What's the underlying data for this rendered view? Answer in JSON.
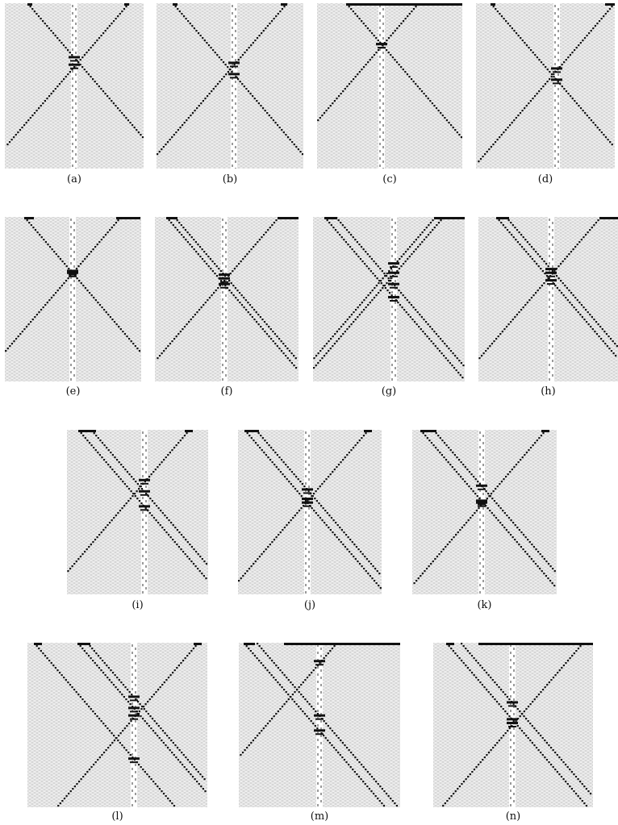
{
  "colors": {
    "background": "#d6d6d6",
    "lattice": "#f2f2f2",
    "particle": "#111111",
    "stripe_light": "#ffffff"
  },
  "panels": [
    {
      "caption": "(a)",
      "particles": [
        "symmetric collision"
      ]
    },
    {
      "caption": "(b)",
      "particles": [
        "symmetric collision"
      ]
    },
    {
      "caption": "(c)",
      "particles": [
        "symmetric collision"
      ]
    },
    {
      "caption": "(d)",
      "particles": [
        "symmetric collision"
      ]
    },
    {
      "caption": "(e)",
      "particles": [
        "symmetric collision"
      ]
    },
    {
      "caption": "(f)",
      "particles": [
        "double left glider"
      ]
    },
    {
      "caption": "(g)",
      "particles": [
        "double gliders"
      ]
    },
    {
      "caption": "(h)",
      "particles": [
        "double gliders"
      ]
    },
    {
      "caption": "(i)",
      "particles": [
        "double left glider"
      ]
    },
    {
      "caption": "(j)",
      "particles": [
        "double left glider"
      ]
    },
    {
      "caption": "(k)",
      "particles": [
        "double left glider"
      ]
    },
    {
      "caption": "(l)",
      "particles": [
        "triple left glider"
      ]
    },
    {
      "caption": "(m)",
      "particles": [
        "double left glider"
      ]
    },
    {
      "caption": "(n)",
      "particles": [
        "double left glider"
      ]
    }
  ]
}
